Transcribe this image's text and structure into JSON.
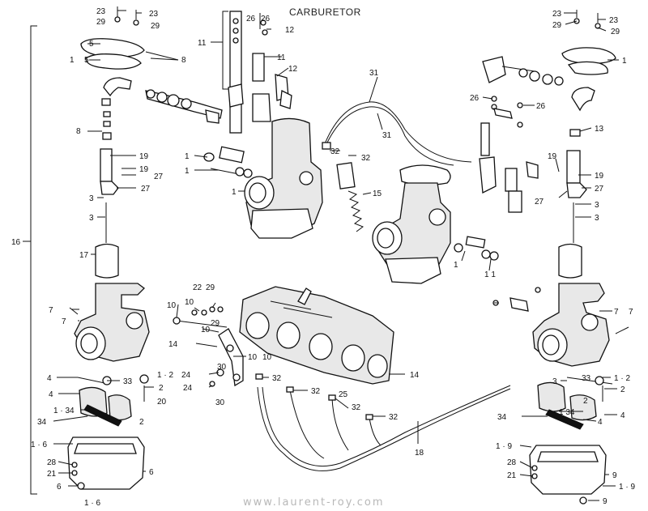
{
  "title": "CARBURETOR",
  "footer": "www.laurent-roy.com",
  "callouts": [
    {
      "id": "c1",
      "text": "23"
    },
    {
      "id": "c2",
      "text": "29"
    },
    {
      "id": "c3",
      "text": "23"
    },
    {
      "id": "c4",
      "text": "29"
    },
    {
      "id": "c5",
      "text": "5"
    },
    {
      "id": "c6",
      "text": "1"
    },
    {
      "id": "c7",
      "text": "5"
    },
    {
      "id": "c8",
      "text": "8"
    },
    {
      "id": "c9",
      "text": "8"
    },
    {
      "id": "c10",
      "text": "19"
    },
    {
      "id": "c11",
      "text": "19"
    },
    {
      "id": "c12",
      "text": "27"
    },
    {
      "id": "c13",
      "text": "27"
    },
    {
      "id": "c14",
      "text": "3"
    },
    {
      "id": "c15",
      "text": "3"
    },
    {
      "id": "c16",
      "text": "16"
    },
    {
      "id": "c17",
      "text": "17"
    },
    {
      "id": "c18",
      "text": "7"
    },
    {
      "id": "c19",
      "text": "7"
    },
    {
      "id": "c20",
      "text": "4"
    },
    {
      "id": "c21",
      "text": "4"
    },
    {
      "id": "c22",
      "text": "1 · 34"
    },
    {
      "id": "c23",
      "text": "34"
    },
    {
      "id": "c24",
      "text": "33"
    },
    {
      "id": "c25",
      "text": "1 · 2"
    },
    {
      "id": "c26",
      "text": "2"
    },
    {
      "id": "c27",
      "text": "20"
    },
    {
      "id": "c28",
      "text": "2"
    },
    {
      "id": "c29",
      "text": "1 · 6"
    },
    {
      "id": "c30",
      "text": "28"
    },
    {
      "id": "c31",
      "text": "21"
    },
    {
      "id": "c32",
      "text": "6"
    },
    {
      "id": "c33",
      "text": "6"
    },
    {
      "id": "c34",
      "text": "1 · 6"
    },
    {
      "id": "c35",
      "text": "11"
    },
    {
      "id": "c36",
      "text": "26"
    },
    {
      "id": "c37",
      "text": "26"
    },
    {
      "id": "c38",
      "text": "12"
    },
    {
      "id": "c39",
      "text": "11"
    },
    {
      "id": "c40",
      "text": "12"
    },
    {
      "id": "c41",
      "text": "1"
    },
    {
      "id": "c42",
      "text": "1"
    },
    {
      "id": "c43",
      "text": "1"
    },
    {
      "id": "c44",
      "text": "32"
    },
    {
      "id": "c45",
      "text": "32"
    },
    {
      "id": "c46",
      "text": "31"
    },
    {
      "id": "c47",
      "text": "31"
    },
    {
      "id": "c48",
      "text": "15"
    },
    {
      "id": "c49",
      "text": "1"
    },
    {
      "id": "c50",
      "text": "1 1"
    },
    {
      "id": "c51",
      "text": "22"
    },
    {
      "id": "c52",
      "text": "29"
    },
    {
      "id": "c53",
      "text": "10"
    },
    {
      "id": "c54",
      "text": "10"
    },
    {
      "id": "c55",
      "text": "29"
    },
    {
      "id": "c56",
      "text": "10"
    },
    {
      "id": "c57",
      "text": "14"
    },
    {
      "id": "c58",
      "text": "10"
    },
    {
      "id": "c59",
      "text": "10"
    },
    {
      "id": "c60",
      "text": "24"
    },
    {
      "id": "c61",
      "text": "30"
    },
    {
      "id": "c62",
      "text": "24"
    },
    {
      "id": "c63",
      "text": "30"
    },
    {
      "id": "c64",
      "text": "32"
    },
    {
      "id": "c65",
      "text": "14"
    },
    {
      "id": "c66",
      "text": "32"
    },
    {
      "id": "c67",
      "text": "25"
    },
    {
      "id": "c68",
      "text": "32"
    },
    {
      "id": "c69",
      "text": "32"
    },
    {
      "id": "c70",
      "text": "18"
    },
    {
      "id": "c71",
      "text": "23"
    },
    {
      "id": "c72",
      "text": "29"
    },
    {
      "id": "c73",
      "text": "23"
    },
    {
      "id": "c74",
      "text": "29"
    },
    {
      "id": "c75",
      "text": "1"
    },
    {
      "id": "c76",
      "text": "26"
    },
    {
      "id": "c77",
      "text": "26"
    },
    {
      "id": "c78",
      "text": "13"
    },
    {
      "id": "c79",
      "text": "19"
    },
    {
      "id": "c80",
      "text": "19"
    },
    {
      "id": "c81",
      "text": "27"
    },
    {
      "id": "c82",
      "text": "27"
    },
    {
      "id": "c83",
      "text": "3"
    },
    {
      "id": "c84",
      "text": "3"
    },
    {
      "id": "c85",
      "text": "7"
    },
    {
      "id": "c86",
      "text": "7"
    },
    {
      "id": "c87",
      "text": "3"
    },
    {
      "id": "c88",
      "text": "33"
    },
    {
      "id": "c89",
      "text": "1 · 2"
    },
    {
      "id": "c90",
      "text": "2"
    },
    {
      "id": "c91",
      "text": "2"
    },
    {
      "id": "c92",
      "text": "1 34"
    },
    {
      "id": "c93",
      "text": "34"
    },
    {
      "id": "c94",
      "text": "4"
    },
    {
      "id": "c95",
      "text": "4"
    },
    {
      "id": "c96",
      "text": "1 · 9"
    },
    {
      "id": "c97",
      "text": "28"
    },
    {
      "id": "c98",
      "text": "21"
    },
    {
      "id": "c99",
      "text": "9"
    },
    {
      "id": "c100",
      "text": "1 · 9"
    },
    {
      "id": "c101",
      "text": "9"
    }
  ]
}
